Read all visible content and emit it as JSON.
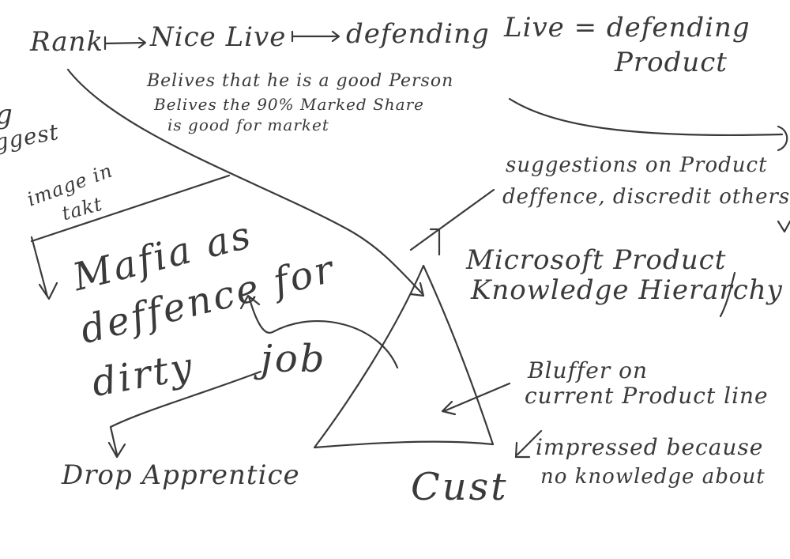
{
  "notes": {
    "rank": "Rank",
    "nice_live": "Nice Live",
    "defending": "defending",
    "live_defending_line1": "Live  = defending",
    "live_defending_line2": "Product",
    "belief_1": "Belives that he is a good Person",
    "belief_2": "Belives the 90% Marked Share",
    "belief_3": "is good for market",
    "left_fragment_1": "g",
    "left_fragment_2": "ggest",
    "image_in_line1": "image in",
    "image_in_line2": "takt",
    "mafia_line1": "Mafia as",
    "mafia_line2": "deffence for",
    "mafia_line3": "dirty",
    "job": "job",
    "drop_apprentice": "Drop Apprentice",
    "suggestions_line1": "suggestions on Product",
    "suggestions_line2": "deffence, discredit others",
    "ms_line1": "Microsoft Product",
    "ms_line2": "Knowledge Hierarchy",
    "bluffer_line1": "Bluffer on",
    "bluffer_line2": "current Product line",
    "impressed_line1": "impressed because",
    "impressed_line2": "no knowledge about",
    "cust": "Cust"
  },
  "ink_color": "#3a3a3a",
  "background_color": "#ffffff"
}
